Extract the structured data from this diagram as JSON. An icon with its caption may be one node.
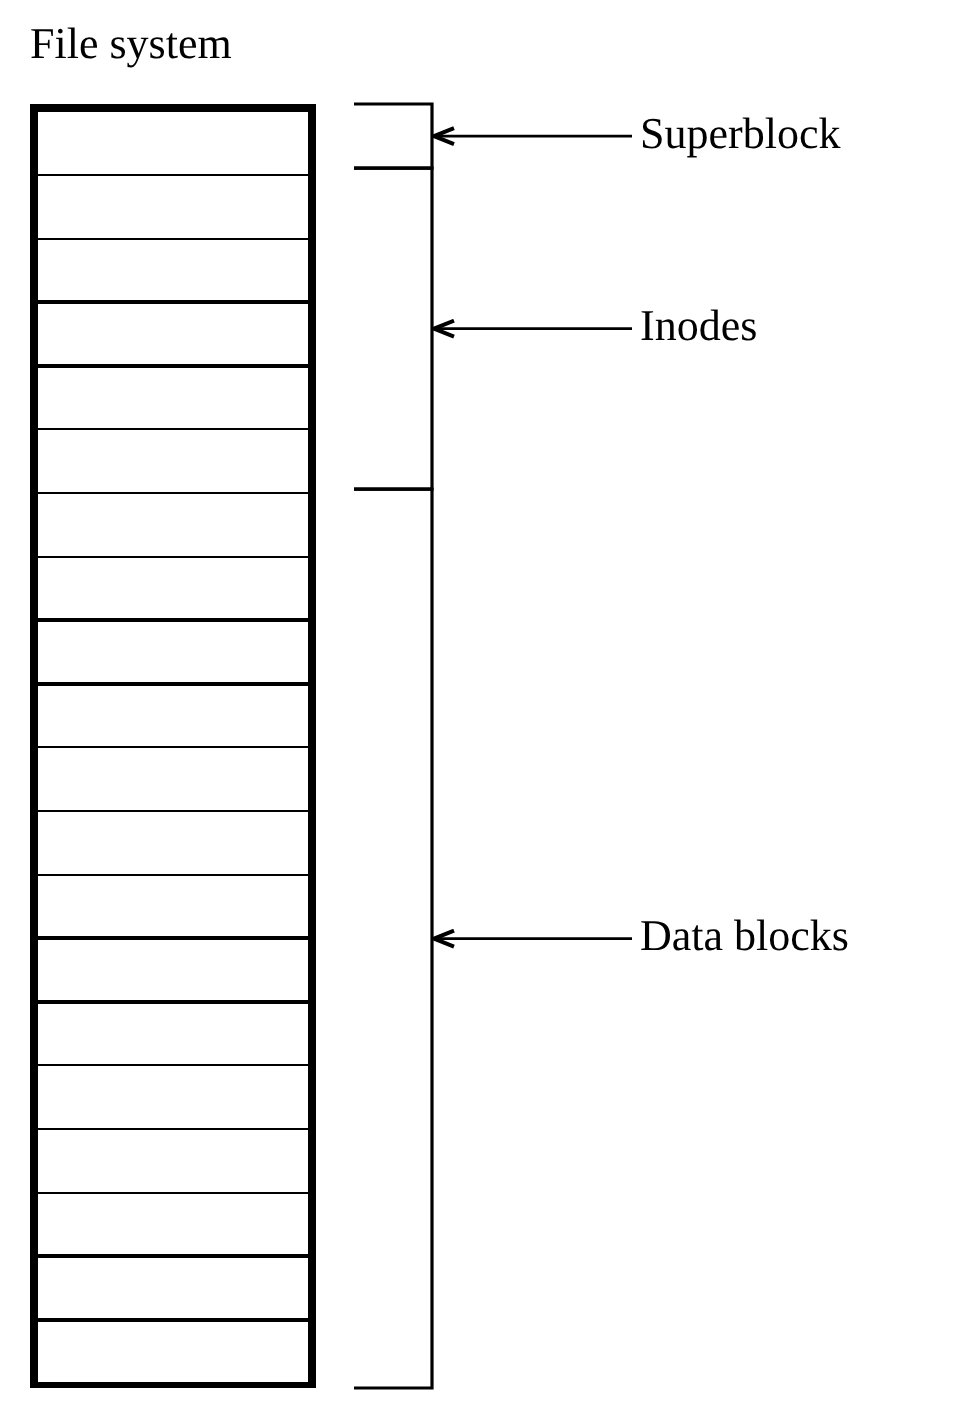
{
  "diagram": {
    "nodes": [
      {
        "text": [
          "File system"
        ]
      },
      {
        "text": [],
        "shape": "box",
        "in": 0
      },
      {
        "text": [],
        "shape": "box",
        "in": 0
      },
      {
        "text": [],
        "shape": "box",
        "in": 0
      },
      {
        "text": [],
        "shape": "box",
        "in": 0
      },
      {
        "text": [],
        "shape": "box",
        "in": 0
      },
      {
        "text": [],
        "shape": "box",
        "in": 0
      },
      {
        "text": [],
        "shape": "box",
        "in": 0
      },
      {
        "text": [],
        "shape": "box",
        "in": 0
      },
      {
        "text": [],
        "shape": "box",
        "in": 0
      },
      {
        "text": [],
        "shape": "box",
        "in": 0
      },
      {
        "text": [],
        "shape": "box",
        "in": 0
      },
      {
        "text": [],
        "shape": "box",
        "in": 0
      },
      {
        "text": [],
        "shape": "box",
        "in": 0
      },
      {
        "text": [],
        "shape": "box",
        "in": 0
      },
      {
        "text": [],
        "shape": "box",
        "in": 0
      },
      {
        "text": [],
        "shape": "box",
        "in": 0
      },
      {
        "text": [],
        "shape": "box",
        "in": 0
      },
      {
        "text": [],
        "shape": "box",
        "in": 0
      },
      {
        "text": [],
        "shape": "box",
        "in": 0
      },
      {
        "text": [],
        "shape": "box",
        "in": 0
      },
      {
        "text": [],
        "shape": "bracket"
      },
      {
        "text": [
          "Superblock"
        ]
      },
      {
        "text": [],
        "shape": "bracket"
      },
      {
        "text": [
          "Inodes"
        ]
      },
      {
        "text": [],
        "shape": "bracket"
      },
      {
        "text": [
          "Data blocks"
        ]
      }
    ],
    "edges": [
      {
        "from": 22,
        "to": 21,
        "arrow": "to"
      },
      {
        "from": 24,
        "to": 23,
        "arrow": "to"
      },
      {
        "from": 26,
        "to": 25,
        "arrow": "to"
      }
    ]
  }
}
